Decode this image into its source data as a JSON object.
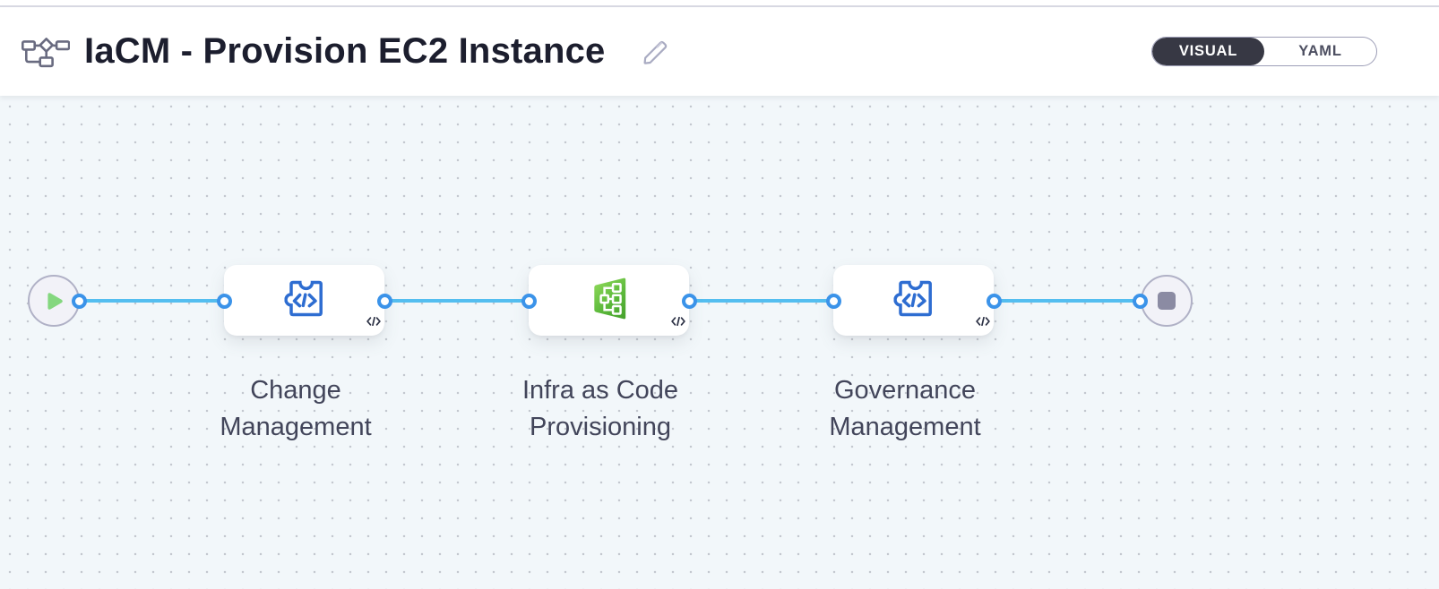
{
  "header": {
    "title": "IaCM - Provision EC2 Instance",
    "title_icon": "pipeline-icon",
    "edit_icon": "pencil-icon"
  },
  "view_toggle": {
    "options": [
      {
        "label": "VISUAL",
        "active": true
      },
      {
        "label": "YAML",
        "active": false
      }
    ]
  },
  "pipeline": {
    "start_node": {
      "icon": "play-icon"
    },
    "end_node": {
      "icon": "stop-icon"
    },
    "stages": [
      {
        "name": "Change Management",
        "icon": "custom-stage-puzzle-icon",
        "badge": "code-icon"
      },
      {
        "name": "Infra as Code Provisioning",
        "icon": "iacm-green-icon",
        "badge": "code-icon"
      },
      {
        "name": "Governance Management",
        "icon": "custom-stage-puzzle-icon",
        "badge": "code-icon"
      }
    ]
  },
  "colors": {
    "link_blue": "#54bef0",
    "port_blue": "#3b93e9",
    "stage_icon_blue": "#2e6dd1",
    "iacm_green_light": "#8bd755",
    "iacm_green_dark": "#49a12e",
    "play_green": "#84d77f",
    "stop_gray": "#8b8ba3",
    "toggle_dark": "#373844",
    "canvas_bg": "#f2f7fa"
  }
}
